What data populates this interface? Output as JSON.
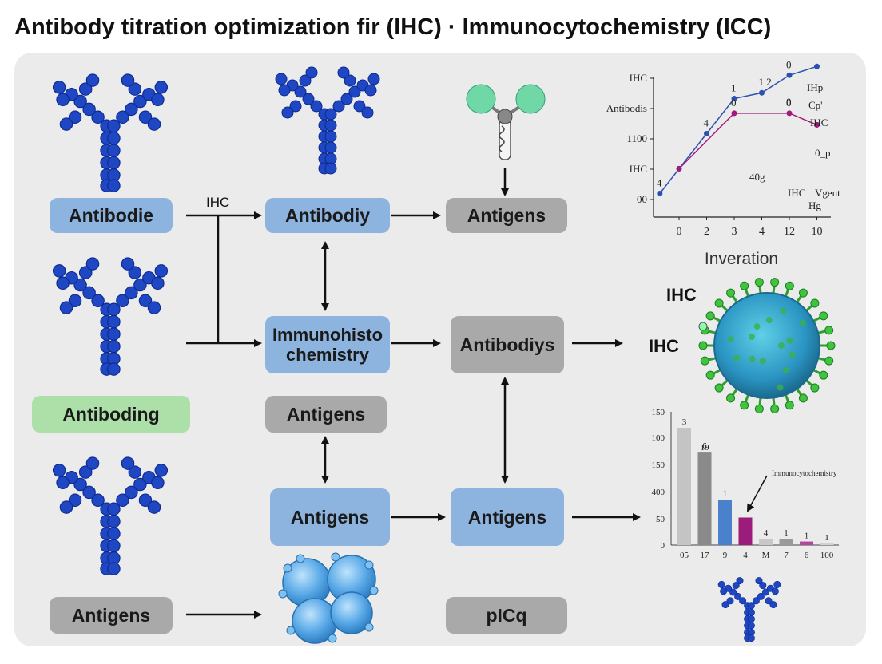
{
  "title": "Antibody titration optimization fir (IHC) · Immunocytochemistry (ICC)",
  "boxes": {
    "antibodie": "Antibodie",
    "antibodiy": "Antibodiy",
    "antigens_top": "Antigens",
    "immuno": "Immunohisto chemistry",
    "antibodiys": "Antibodiys",
    "antiboding": "Antiboding",
    "antigens_mid": "Antigens",
    "antigens_low_a": "Antigens",
    "antigens_low_b": "Antigens",
    "antigens_bottom": "Antigens",
    "picq": "pICq"
  },
  "labels": {
    "ihc_arrow": "IHC",
    "ihc_virus_top": "IHC",
    "ihc_virus_side": "IHC"
  },
  "colors": {
    "box_blue": "#8db3df",
    "box_grey": "#a9a9a9",
    "box_green": "#ade0a8",
    "antibody_blue": "#1f47c4",
    "antigen_light_blue": "#4fa4e6",
    "virus_teal": "#2a94c2",
    "virus_spike_green": "#3ec43e",
    "series_blue": "#2a52b0",
    "series_magenta": "#a01a7e"
  },
  "icons": [
    "antibody-icon",
    "antigen-molecule-icon",
    "antigen-cluster-icon",
    "virus-icon"
  ],
  "chart_data": [
    {
      "type": "line",
      "title": "Inveration",
      "y_tick_labels": [
        "IHC",
        "Antibodis",
        "1100",
        "IHC",
        "00"
      ],
      "x_tick_labels": [
        "0",
        "2",
        "3",
        "4",
        "12",
        "10"
      ],
      "series": [
        {
          "color": "#2a52b0",
          "x": [
            -0.7,
            0,
            1,
            2,
            3,
            4,
            5
          ],
          "y": [
            0.15,
            1.0,
            2.2,
            3.4,
            3.6,
            4.2,
            4.5
          ],
          "point_labels": [
            "4",
            "",
            "4",
            "1",
            "1 2",
            "0",
            ""
          ]
        },
        {
          "color": "#a01a7e",
          "x": [
            0,
            2,
            4,
            5
          ],
          "y": [
            1.0,
            2.9,
            2.9,
            2.5
          ],
          "point_labels": [
            "",
            "0",
            "0",
            ""
          ]
        }
      ],
      "annotations": [
        "IHp",
        "Cp'",
        "IHC",
        "0_p",
        "40g",
        "IHC",
        "Vgent",
        "Hg",
        "0"
      ]
    },
    {
      "type": "bar",
      "title": "",
      "y_tick_labels": [
        "150",
        "100",
        "150",
        "400",
        "50",
        "0"
      ],
      "ylim": [
        0,
        150
      ],
      "categories": [
        "05",
        "17",
        "9",
        "4",
        "M",
        "7",
        "6",
        "100"
      ],
      "values": [
        132,
        105,
        51,
        31,
        7,
        7,
        4,
        2
      ],
      "bar_colors": [
        "#c4c4c4",
        "#8a8a8a",
        "#4a80cc",
        "#9b1c7a",
        "#c8c8c8",
        "#9a9a9a",
        "#b0479a",
        "#d0d0d0"
      ],
      "data_labels": [
        "3",
        "6",
        "1",
        "",
        "4",
        "1",
        "1",
        "1"
      ],
      "extra_labels": [
        "19"
      ],
      "annotation": "Immunocytochemistry"
    }
  ]
}
